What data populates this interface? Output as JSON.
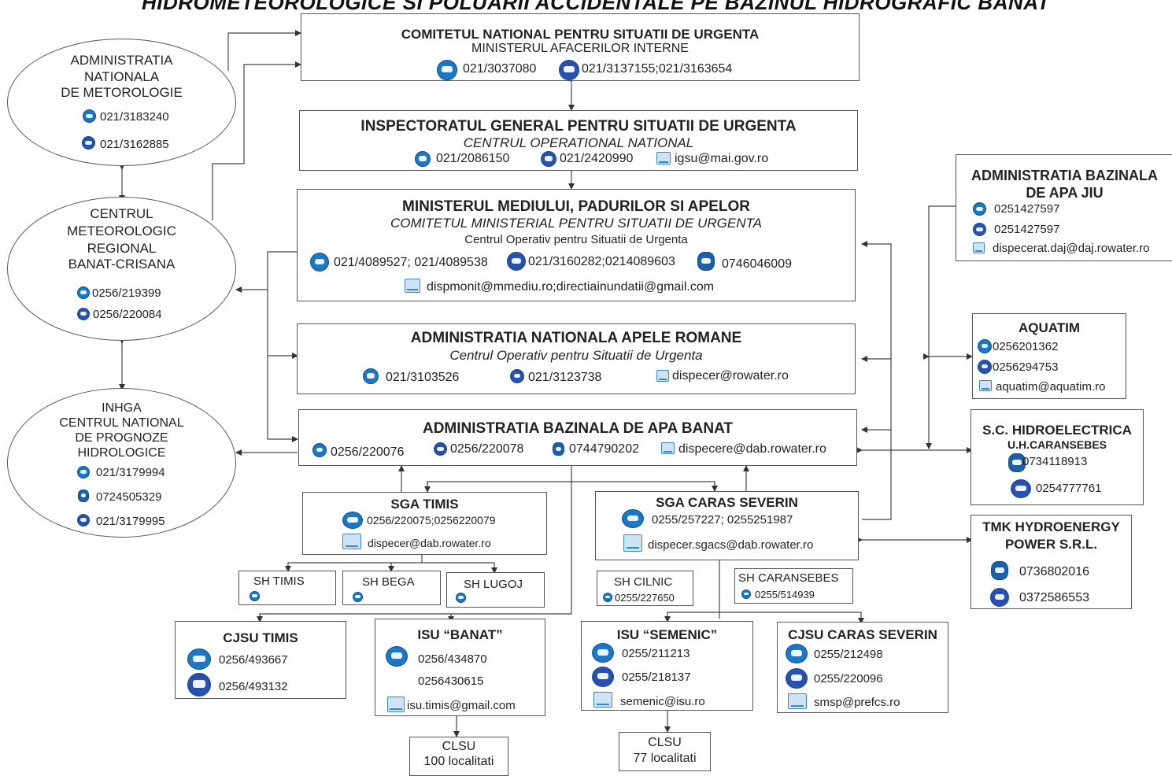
{
  "title": "HIDROMETEOROLOGICE SI POLUARII ACCIDENTALE PE BAZINUL HIDROGRAFIC BANAT",
  "cnsu": {
    "name": "COMITETUL NATIONAL PENTRU SITUATII DE URGENTA",
    "sub": "MINISTERUL AFACERILOR INTERNE",
    "phone": "021/3037080",
    "fax": "021/3137155;021/3163654"
  },
  "igsu": {
    "name": "INSPECTORATUL GENERAL PENTRU SITUATII DE URGENTA",
    "sub": "CENTRUL OPERATIONAL NATIONAL",
    "phone": "021/2086150",
    "fax": "021/2420990",
    "email": "igsu@mai.gov.ro"
  },
  "mmpa": {
    "name": "MINISTERUL MEDIULUI, PADURILOR SI APELOR",
    "sub": "COMITETUL MINISTERIAL PENTRU SITUATII DE URGENTA",
    "sub2": "Centrul Operativ pentru Situatii de Urgenta",
    "phone": "021/4089527; 021/4089538",
    "fax": "021/3160282;0214089603",
    "mobile": "0746046009",
    "email": "dispmonit@mmediu.ro;directiainundatii@gmail.com"
  },
  "anar": {
    "name": "ADMINISTRATIA NATIONALA APELE ROMANE",
    "sub": "Centrul Operativ pentru Situatii de Urgenta",
    "phone": "021/3103526",
    "fax": "021/3123738",
    "email": "dispecer@rowater.ro"
  },
  "aba_banat": {
    "name": "ADMINISTRATIA BAZINALA DE APA BANAT",
    "phone": "0256/220076",
    "fax": "0256/220078",
    "mobile": "0744790202",
    "email": "dispecere@dab.rowater.ro"
  },
  "anm": {
    "l1": "ADMINISTRATIA",
    "l2": "NATIONALA",
    "l3": "DE METOROLOGIE",
    "phone": "021/3183240",
    "fax": "021/3162885"
  },
  "cmr": {
    "l1": "CENTRUL",
    "l2": "METEOROLOGIC",
    "l3": "REGIONAL",
    "l4": "BANAT-CRISANA",
    "phone": "0256/219399",
    "fax": "0256/220084"
  },
  "inhga": {
    "l1": "INHGA",
    "l2": "CENTRUL NATIONAL",
    "l3": "DE PROGNOZE",
    "l4": "HIDROLOGICE",
    "phone": "021/3179994",
    "mobile": "0724505329",
    "fax": "021/3179995"
  },
  "aba_jiu": {
    "l1": "ADMINISTRATIA BAZINALA",
    "l2": "DE APA JIU",
    "phone": "0251427597",
    "fax": "0251427597",
    "email": "dispecerat.daj@daj.rowater.ro"
  },
  "aquatim": {
    "name": "AQUATIM",
    "phone": "0256201362",
    "fax": "0256294753",
    "email": "aquatim@aquatim.ro"
  },
  "hidro": {
    "l1": "S.C. HIDROELECTRICA",
    "l2": "U.H.CARANSEBES",
    "mobile": "0734118913",
    "fax": "0254777761"
  },
  "tmk": {
    "l1": "TMK HYDROENERGY",
    "l2": "POWER S.R.L.",
    "mobile": "0736802016",
    "fax": "0372586553"
  },
  "sga_timis": {
    "name": "SGA TIMIS",
    "phone": "0256/220075;0256220079",
    "email": "dispecer@dab.rowater.ro"
  },
  "sga_cs": {
    "name": "SGA CARAS SEVERIN",
    "phone": "0255/257227; 0255251987",
    "email": "dispecer.sgacs@dab.rowater.ro"
  },
  "sh": {
    "timis": "SH TIMIS",
    "bega": "SH BEGA",
    "lugoj": "SH LUGOJ",
    "cilnic": "SH CILNIC",
    "cilnic_phone": "0255/227650",
    "caransebes": "SH CARANSEBES",
    "caransebes_phone": "0255/514939"
  },
  "cjsu_timis": {
    "name": "CJSU TIMIS",
    "phone": "0256/493667",
    "fax": "0256/493132"
  },
  "isu_banat": {
    "name": "ISU “BANAT”",
    "phone": "0256/434870",
    "phone2": "0256430615",
    "email": "isu.timis@gmail.com"
  },
  "isu_semenic": {
    "name": "ISU “SEMENIC”",
    "phone": "0255/211213",
    "fax": "0255/218137",
    "email": "semenic@isu.ro"
  },
  "cjsu_cs": {
    "name": "CJSU CARAS SEVERIN",
    "phone": "0255/212498",
    "fax": "0255/220096",
    "email": "smsp@prefcs.ro"
  },
  "clsu1": {
    "l1": "CLSU",
    "l2": "100 localitati"
  },
  "clsu2": {
    "l1": "CLSU",
    "l2": "77 localitati"
  },
  "colors": {
    "icon": "#1b78c7",
    "line": "#555555"
  }
}
